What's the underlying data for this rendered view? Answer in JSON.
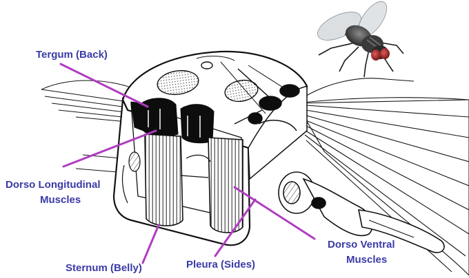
{
  "labels": {
    "tergum": "Tergum (Back)",
    "dorso_longitudinal_line1": "Dorso Longitudinal",
    "dorso_longitudinal_line2": "Muscles",
    "sternum": "Sternum (Belly)",
    "pleura": "Pleura (Sides)",
    "dorso_ventral_line1": "Dorso Ventral",
    "dorso_ventral_line2": "Muscles"
  },
  "colors": {
    "label_text": "#3a3aa8",
    "pointer_lines": "#b03cc0",
    "drawing_ink": "#111111",
    "background": "#ffffff"
  },
  "icons": {
    "housefly_photo": "housefly-icon"
  }
}
